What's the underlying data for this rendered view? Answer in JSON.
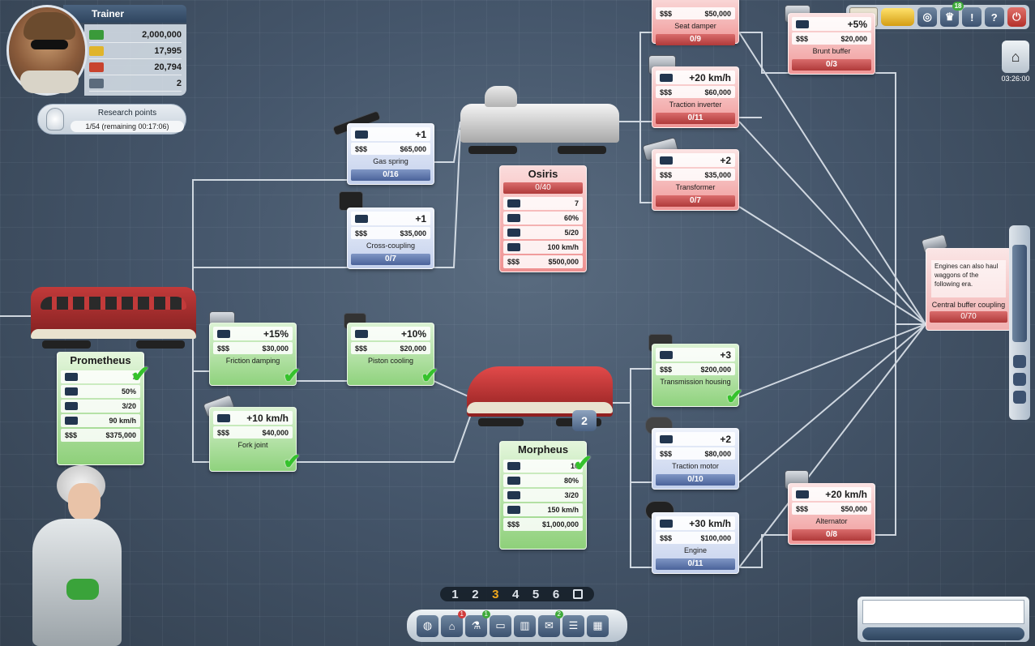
{
  "trainer": {
    "title": "Trainer",
    "money": "2,000,000",
    "gold": "17,995",
    "prestige": "20,794",
    "trains": "2"
  },
  "research": {
    "title": "Research points",
    "value": "1/54 (remaining 00:17:06)"
  },
  "topbar": {
    "badge": "18",
    "help_label": "?",
    "alert_label": "!",
    "power_label": "⏻",
    "clock": "03:26:00"
  },
  "upgrades": {
    "gas_spring": {
      "stat": "+1",
      "cost_label": "$$$",
      "cost": "$65,000",
      "name": "Gas spring",
      "progress": "0/16"
    },
    "cross_coupling": {
      "stat": "+1",
      "cost_label": "$$$",
      "cost": "$35,000",
      "name": "Cross-coupling",
      "progress": "0/7"
    },
    "friction_damping": {
      "stat": "+15%",
      "cost_label": "$$$",
      "cost": "$30,000",
      "name": "Friction damping"
    },
    "piston_cooling": {
      "stat": "+10%",
      "cost_label": "$$$",
      "cost": "$20,000",
      "name": "Piston cooling"
    },
    "fork_joint": {
      "stat": "+10 km/h",
      "cost_label": "$$$",
      "cost": "$40,000",
      "name": "Fork joint"
    },
    "seat_damper": {
      "cost_label": "$$$",
      "cost": "$50,000",
      "name": "Seat damper",
      "progress": "0/9"
    },
    "traction_inverter": {
      "stat": "+20 km/h",
      "cost_label": "$$$",
      "cost": "$60,000",
      "name": "Traction inverter",
      "progress": "0/11"
    },
    "transformer": {
      "stat": "+2",
      "cost_label": "$$$",
      "cost": "$35,000",
      "name": "Transformer",
      "progress": "0/7"
    },
    "brunt_buffer": {
      "stat": "+5%",
      "cost_label": "$$$",
      "cost": "$20,000",
      "name": "Brunt buffer",
      "progress": "0/3"
    },
    "transmission_housing": {
      "stat": "+3",
      "cost_label": "$$$",
      "cost": "$200,000",
      "name": "Transmission housing"
    },
    "traction_motor": {
      "stat": "+2",
      "cost_label": "$$$",
      "cost": "$80,000",
      "name": "Traction motor",
      "progress": "0/10"
    },
    "engine": {
      "stat": "+30 km/h",
      "cost_label": "$$$",
      "cost": "$100,000",
      "name": "Engine",
      "progress": "0/11"
    },
    "alternator": {
      "stat": "+20 km/h",
      "cost_label": "$$$",
      "cost": "$50,000",
      "name": "Alternator",
      "progress": "0/8"
    }
  },
  "locomotives": {
    "prometheus": {
      "name": "Prometheus",
      "capacity": "7",
      "reliability": "50%",
      "power": "3/20",
      "speed": "90 km/h",
      "cost_label": "$$$",
      "cost": "$375,000"
    },
    "osiris": {
      "name": "Osiris",
      "progress": "0/40",
      "capacity": "7",
      "reliability": "60%",
      "power": "5/20",
      "speed": "100 km/h",
      "cost_label": "$$$",
      "cost": "$500,000"
    },
    "morpheus": {
      "name": "Morpheus",
      "capacity": "10",
      "reliability": "80%",
      "power": "3/20",
      "speed": "150 km/h",
      "cost_label": "$$$",
      "cost": "$1,000,000",
      "tier": "2"
    }
  },
  "central_buffer": {
    "text": "Engines can also haul waggons of the following era.",
    "name": "Central buffer coupling",
    "progress": "0/70"
  },
  "pages": [
    "1",
    "2",
    "3",
    "4",
    "5",
    "6"
  ],
  "active_page": "3",
  "bottombar": {
    "badge_red": "1",
    "badge_research": "1",
    "badge_mail": "2"
  },
  "colors": {
    "blue_card": "#c3d0ec",
    "red_card": "#f09797",
    "green_card": "#8fd27d",
    "active_page": "#f1a81c"
  }
}
